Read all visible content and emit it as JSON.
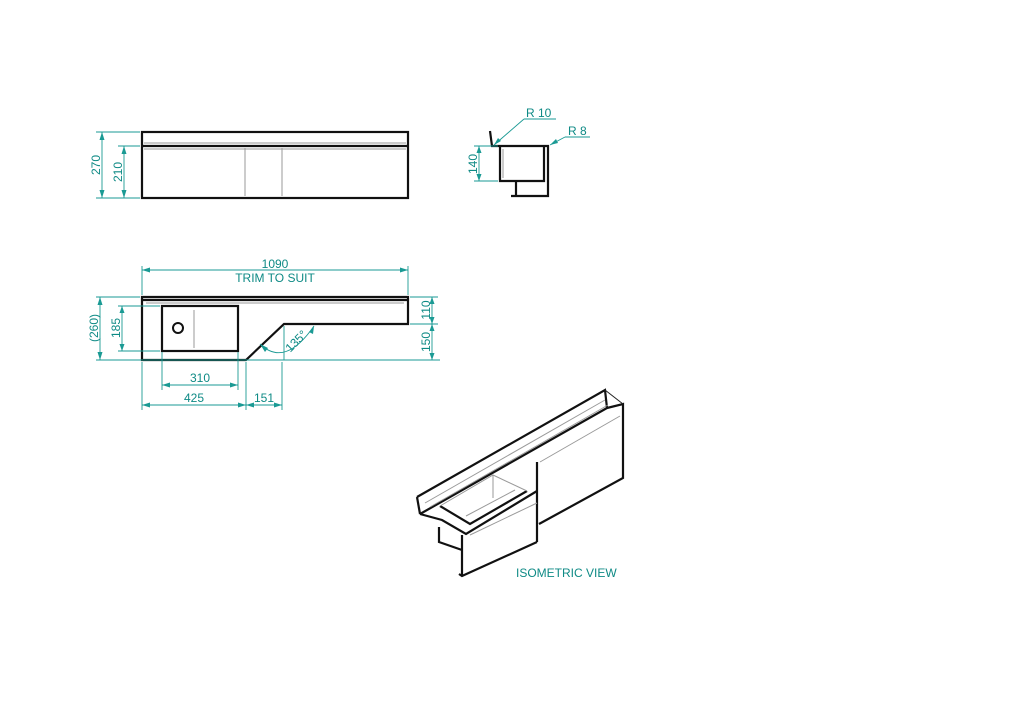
{
  "drawing": {
    "accent_color": "#1a9a94",
    "line_color": "#111111",
    "front_view": {
      "dims": {
        "overall_height": "270",
        "inner_height": "210"
      }
    },
    "section_view": {
      "dims": {
        "radius_top": "R 10",
        "radius_corner": "R 8",
        "depth": "140"
      }
    },
    "plan_view": {
      "dims": {
        "length": "1090",
        "length_note": "TRIM TO SUIT",
        "overall_depth": "(260)",
        "bowl_depth": "185",
        "rear_width": "110",
        "front_step": "150",
        "bowl_width": "310",
        "left_section": "425",
        "chamfer_run": "151",
        "chamfer_angle": "135°"
      }
    },
    "isometric_view": {
      "label": "ISOMETRIC VIEW"
    }
  }
}
